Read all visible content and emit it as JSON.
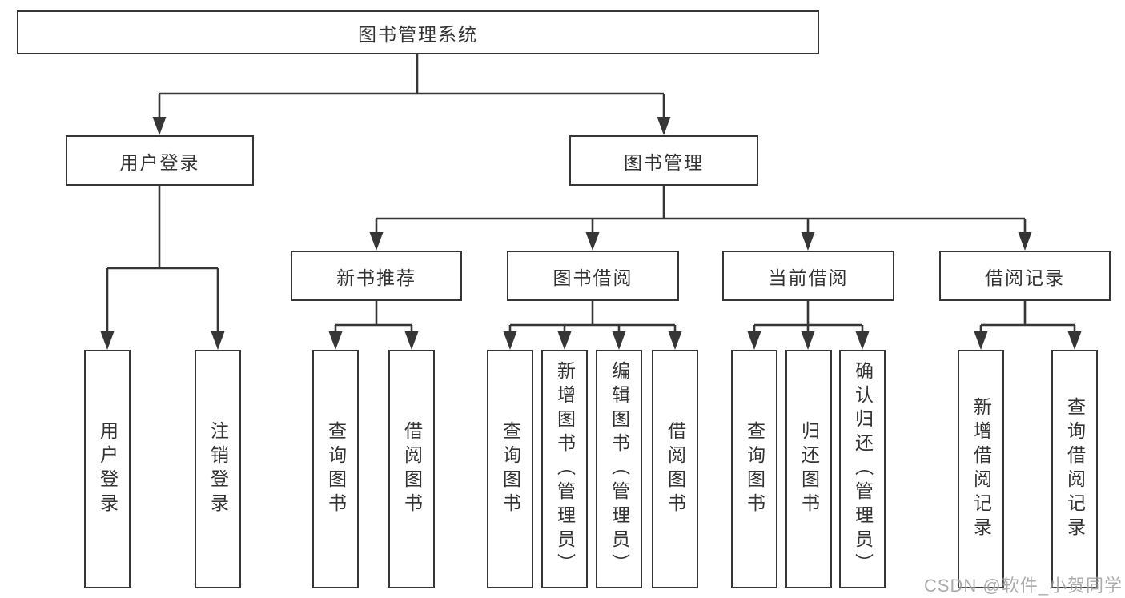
{
  "diagram_title": "图书管理系统",
  "watermark": "CSDN @软件_小贺同学",
  "colors": {
    "line": "#363636",
    "box_border": "#363636",
    "box_fill": "#ffffff",
    "text": "#333333",
    "watermark": "#9b9b9b",
    "background": "#ffffff"
  },
  "nodes": {
    "root": {
      "label": "图书管理系统"
    },
    "userLogin": {
      "label": "用户登录"
    },
    "bookMgmt": {
      "label": "图书管理"
    },
    "newBookRec": {
      "label": "新书推荐"
    },
    "bookBorrow": {
      "label": "图书借阅"
    },
    "currentBorrow": {
      "label": "当前借阅"
    },
    "borrowRecords": {
      "label": "借阅记录"
    },
    "leafUserLogin": {
      "label": "用户登录"
    },
    "leafLogout": {
      "label": "注销登录"
    },
    "leafQueryBooksA": {
      "label": "查询图书"
    },
    "leafBorrowBooksA": {
      "label": "借阅图书"
    },
    "leafQueryBooksB": {
      "label": "查询图书"
    },
    "leafAddBooks": {
      "label": "新增图书（管理员）"
    },
    "leafEditBooks": {
      "label": "编辑图书（管理员）"
    },
    "leafBorrowBooksB": {
      "label": "借阅图书"
    },
    "leafQueryBooksC": {
      "label": "查询图书"
    },
    "leafReturnBooks": {
      "label": "归还图书"
    },
    "leafConfirmReturn": {
      "label": "确认归还（管理员）"
    },
    "leafAddRecord": {
      "label": "新增借阅记录"
    },
    "leafQueryRecord": {
      "label": "查询借阅记录"
    }
  },
  "structure": {
    "图书管理系统": {
      "用户登录": [
        "用户登录",
        "注销登录"
      ],
      "图书管理": {
        "新书推荐": [
          "查询图书",
          "借阅图书"
        ],
        "图书借阅": [
          "查询图书",
          "新增图书（管理员）",
          "编辑图书（管理员）",
          "借阅图书"
        ],
        "当前借阅": [
          "查询图书",
          "归还图书",
          "确认归还（管理员）"
        ],
        "借阅记录": [
          "新增借阅记录",
          "查询借阅记录"
        ]
      }
    }
  }
}
